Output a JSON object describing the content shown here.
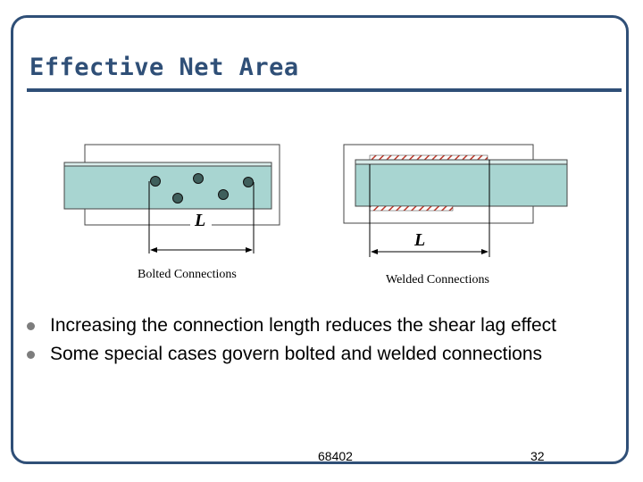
{
  "slide": {
    "title": "Effective Net Area",
    "bullets": [
      "Increasing the connection length reduces the shear lag effect",
      "Some special cases govern bolted and welded connections"
    ],
    "footer_code": "68402",
    "page_number": "32"
  },
  "figures": {
    "bolted": {
      "caption": "Bolted Connections",
      "length_label": "L"
    },
    "welded": {
      "caption": "Welded Connections",
      "length_label": "L"
    }
  },
  "colors": {
    "frame": "#2f4f77",
    "plate_fill": "#a8d5d1",
    "weld_hatch": "#c0392b"
  }
}
